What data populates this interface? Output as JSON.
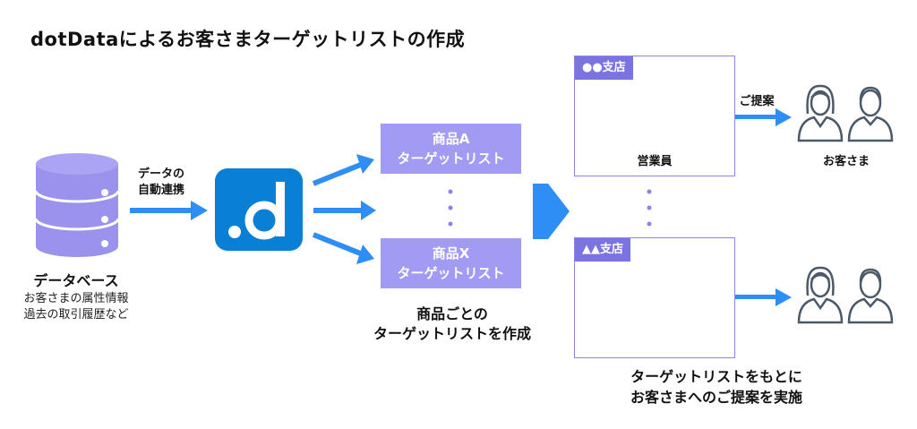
{
  "title": "dotDataによるお客さまターゲットリストの作成",
  "database": {
    "label": "データベース",
    "detail_line1": "お客さまの属性情報",
    "detail_line2": "過去の取引履歴など"
  },
  "auto_link": {
    "line1": "データの",
    "line2": "自動連携"
  },
  "logo": {
    "text": ".d",
    "color": "#0a7fd6"
  },
  "products": {
    "a_line1": "商品A",
    "a_line2": "ターゲットリスト",
    "x_line1": "商品X",
    "x_line2": "ターゲットリスト",
    "caption_line1": "商品ごとの",
    "caption_line2": "ターゲットリストを作成"
  },
  "branch1": {
    "tag": "●●支店",
    "staff_label": "営業員"
  },
  "branch2": {
    "tag": "▲▲支店"
  },
  "proposal_label": "ご提案",
  "customers_label": "お客さま",
  "footer": {
    "line1": "ターゲットリストをもとに",
    "line2": "お客さまへのご提案を実施"
  },
  "colors": {
    "arrow": "#2f8ef5",
    "product_box": "#a29bf3",
    "branch_border": "#8a83e8",
    "database": "#9b92ee",
    "person": "#3d4b5a"
  }
}
